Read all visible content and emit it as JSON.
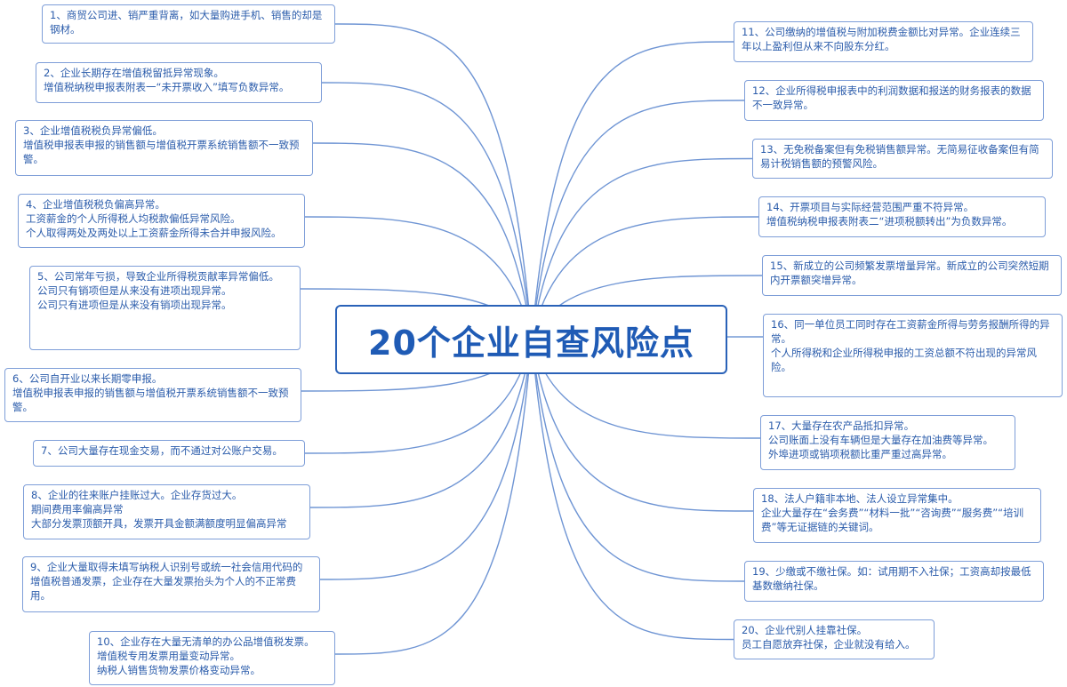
{
  "title": "20个企业自查风险点",
  "colors": {
    "accent": "#1f5bb5",
    "node_text": "#2b5cab",
    "border": "#7e9ed8",
    "link": "#6f95d4"
  },
  "items": [
    {
      "id": 1,
      "side": "left",
      "text": "1、商贸公司进、销严重背离，如大量购进手机、销售的却是钢材。"
    },
    {
      "id": 2,
      "side": "left",
      "text": "2、企业长期存在增值税留抵异常现象。\n增值税纳税申报表附表一“未开票收入”填写负数异常。"
    },
    {
      "id": 3,
      "side": "left",
      "text": "3、企业增值税税负异常偏低。\n增值税申报表申报的销售额与增值税开票系统销售额不一致预警。"
    },
    {
      "id": 4,
      "side": "left",
      "text": "4、企业增值税税负偏高异常。\n工资薪金的个人所得税人均税款偏低异常风险。\n个人取得两处及两处以上工资薪金所得未合并申报风险。"
    },
    {
      "id": 5,
      "side": "left",
      "text": "5、公司常年亏损，导致企业所得税贡献率异常偏低。\n公司只有销项但是从来没有进项出现异常。\n公司只有进项但是从来没有销项出现异常。"
    },
    {
      "id": 6,
      "side": "left",
      "text": "6、公司自开业以来长期零申报。\n增值税申报表申报的销售额与增值税开票系统销售额不一致预警。"
    },
    {
      "id": 7,
      "side": "left",
      "text": "7、公司大量存在现金交易，而不通过对公账户交易。"
    },
    {
      "id": 8,
      "side": "left",
      "text": "8、企业的往来账户挂账过大。企业存货过大。\n期间费用率偏高异常\n大部分发票顶额开具，发票开具金额满额度明显偏高异常"
    },
    {
      "id": 9,
      "side": "left",
      "text": "9、企业大量取得未填写纳税人识别号或统一社会信用代码的增值税普通发票，企业存在大量发票抬头为个人的不正常费用。"
    },
    {
      "id": 10,
      "side": "left",
      "text": "10、企业存在大量无清单的办公品增值税发票。\n增值税专用发票用量变动异常。\n纳税人销售货物发票价格变动异常。"
    },
    {
      "id": 11,
      "side": "right",
      "text": "11、公司缴纳的增值税与附加税费金额比对异常。企业连续三年以上盈利但从来不向股东分红。"
    },
    {
      "id": 12,
      "side": "right",
      "text": "12、企业所得税申报表中的利润数据和报送的财务报表的数据不一致异常。"
    },
    {
      "id": 13,
      "side": "right",
      "text": "13、无免税备案但有免税销售额异常。无简易征收备案但有简易计税销售额的预警风险。"
    },
    {
      "id": 14,
      "side": "right",
      "text": "14、开票项目与实际经营范围严重不符异常。\n增值税纳税申报表附表二“进项税额转出”为负数异常。"
    },
    {
      "id": 15,
      "side": "right",
      "text": "15、新成立的公司频繁发票增量异常。新成立的公司突然短期内开票额突增异常。"
    },
    {
      "id": 16,
      "side": "right",
      "text": "16、同一单位员工同时存在工资薪金所得与劳务报酬所得的异常。\n个人所得税和企业所得税申报的工资总额不符出现的异常风险。"
    },
    {
      "id": 17,
      "side": "right",
      "text": "17、大量存在农产品抵扣异常。\n公司账面上没有车辆但是大量存在加油费等异常。\n外埠进项或销项税额比重严重过高异常。"
    },
    {
      "id": 18,
      "side": "right",
      "text": "18、法人户籍非本地、法人设立异常集中。\n企业大量存在“会务费”“材料一批”“咨询费”“服务费”“培训费”等无证据链的关键词。"
    },
    {
      "id": 19,
      "side": "right",
      "text": "19、少缴或不缴社保。如：试用期不入社保；工资高却按最低基数缴纳社保。"
    },
    {
      "id": 20,
      "side": "right",
      "text": "20、企业代别人挂靠社保。\n员工自愿放弃社保，企业就没有给入。"
    }
  ]
}
